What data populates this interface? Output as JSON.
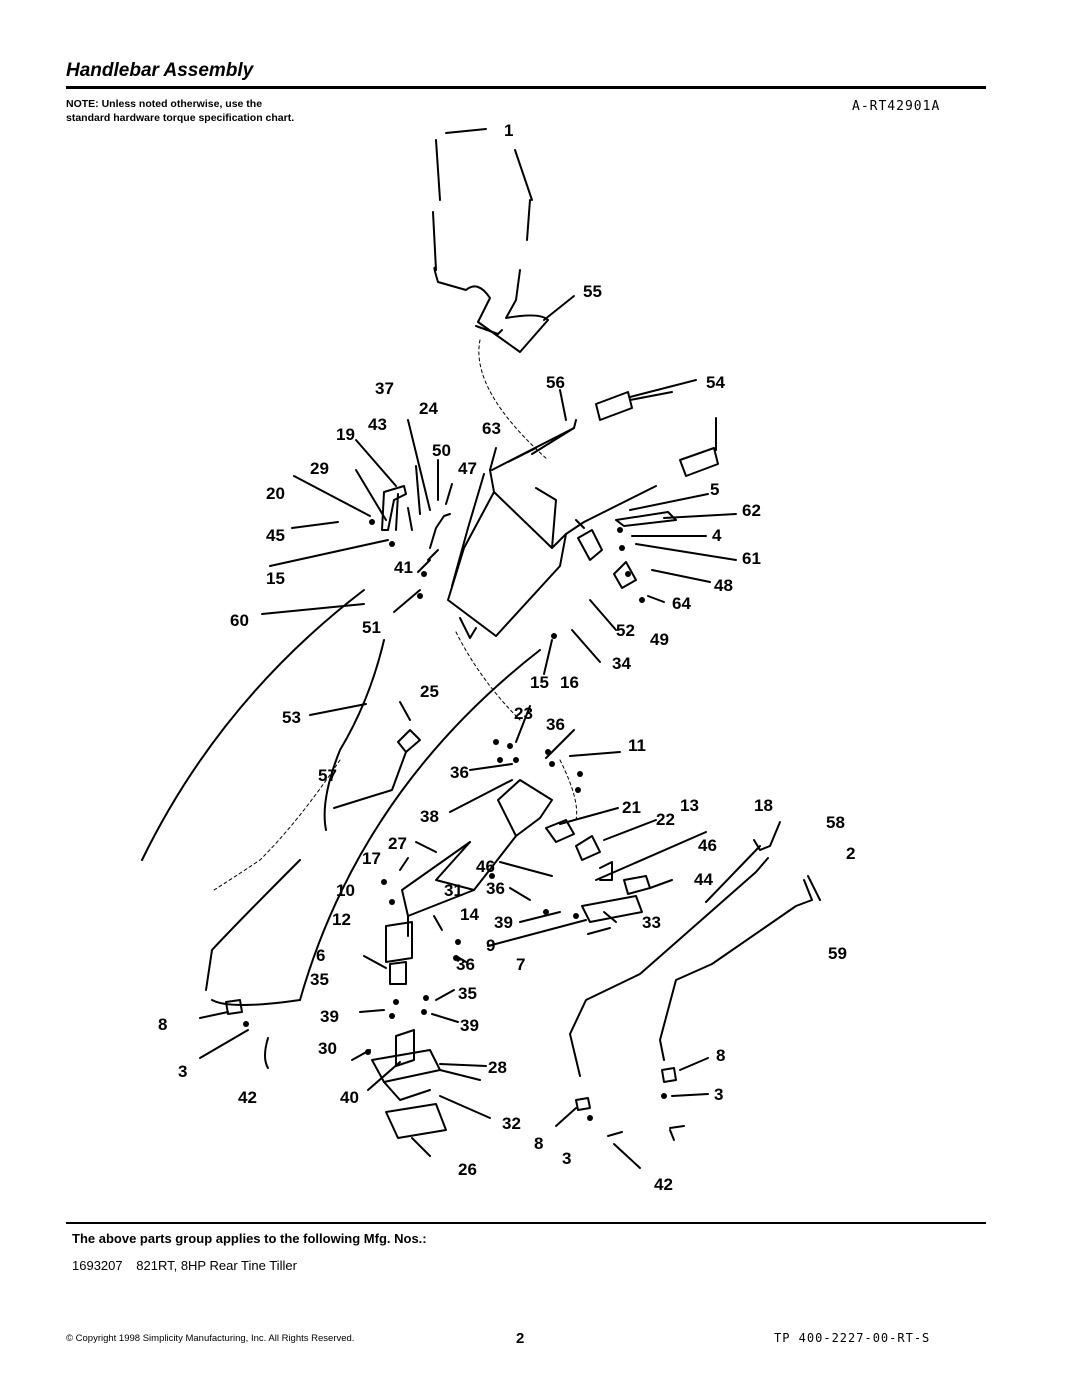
{
  "header": {
    "title": "Handlebar Assembly",
    "note": "NOTE: Unless noted otherwise, use the standard hardware torque specification chart.",
    "drawing_id": "A-RT42901A"
  },
  "diagram": {
    "callouts": [
      "1",
      "55",
      "56",
      "54",
      "37",
      "24",
      "19",
      "43",
      "63",
      "50",
      "29",
      "47",
      "20",
      "5",
      "62",
      "45",
      "4",
      "61",
      "15",
      "41",
      "48",
      "60",
      "64",
      "51",
      "52",
      "49",
      "34",
      "15",
      "16",
      "53",
      "25",
      "23",
      "36",
      "11",
      "57",
      "36",
      "21",
      "13",
      "18",
      "38",
      "22",
      "58",
      "27",
      "46",
      "2",
      "17",
      "46",
      "44",
      "10",
      "31",
      "36",
      "12",
      "14",
      "39",
      "33",
      "6",
      "9",
      "36",
      "7",
      "59",
      "35",
      "35",
      "8",
      "39",
      "39",
      "30",
      "8",
      "3",
      "28",
      "3",
      "42",
      "40",
      "32",
      "8",
      "3",
      "26",
      "42"
    ]
  },
  "footer": {
    "applies_heading": "The above parts group applies to the following Mfg. Nos.:",
    "mfg": [
      {
        "number": "1693207",
        "description": "821RT, 8HP Rear Tine Tiller"
      }
    ],
    "copyright": "© Copyright 1998 Simplicity Manufacturing, Inc. All Rights Reserved.",
    "page_number": "2",
    "doc_number": "TP 400-2227-00-RT-S"
  }
}
